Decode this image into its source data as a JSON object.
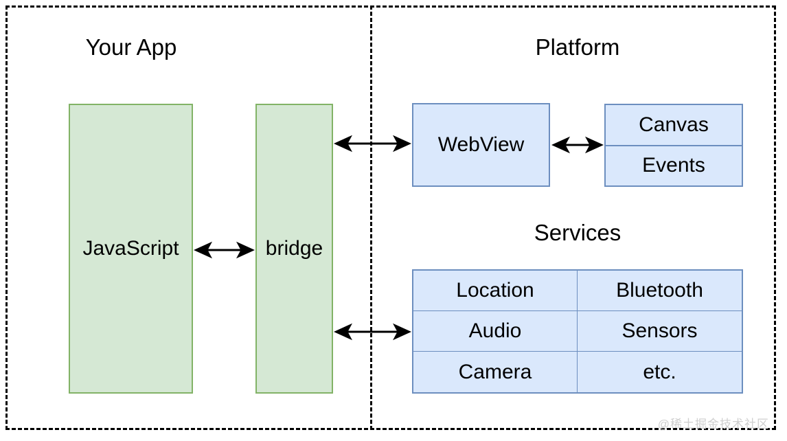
{
  "diagram": {
    "sections": {
      "your_app": "Your App",
      "platform": "Platform",
      "services": "Services"
    },
    "app_nodes": [
      {
        "id": "javascript",
        "label": "JavaScript"
      },
      {
        "id": "bridge",
        "label": "bridge"
      }
    ],
    "platform_nodes": [
      {
        "id": "webview",
        "label": "WebView"
      }
    ],
    "canvas_events": [
      {
        "id": "canvas",
        "label": "Canvas"
      },
      {
        "id": "events",
        "label": "Events"
      }
    ],
    "services_table": {
      "rows": [
        [
          "Location",
          "Bluetooth"
        ],
        [
          "Audio",
          "Sensors"
        ],
        [
          "Camera",
          "etc."
        ]
      ]
    },
    "connections": [
      {
        "from": "javascript",
        "to": "bridge",
        "type": "bidirectional"
      },
      {
        "from": "bridge",
        "to": "webview",
        "type": "bidirectional"
      },
      {
        "from": "webview",
        "to": "canvas_events",
        "type": "bidirectional"
      },
      {
        "from": "bridge",
        "to": "services",
        "type": "bidirectional"
      }
    ],
    "colors": {
      "green_fill": "#d5e8d4",
      "green_stroke": "#82b366",
      "blue_fill": "#dae8fc",
      "blue_stroke": "#6c8ebf",
      "line": "#000000",
      "background": "#ffffff",
      "watermark": "#cfcfcf"
    },
    "watermark": "@稀土掘金技术社区"
  }
}
